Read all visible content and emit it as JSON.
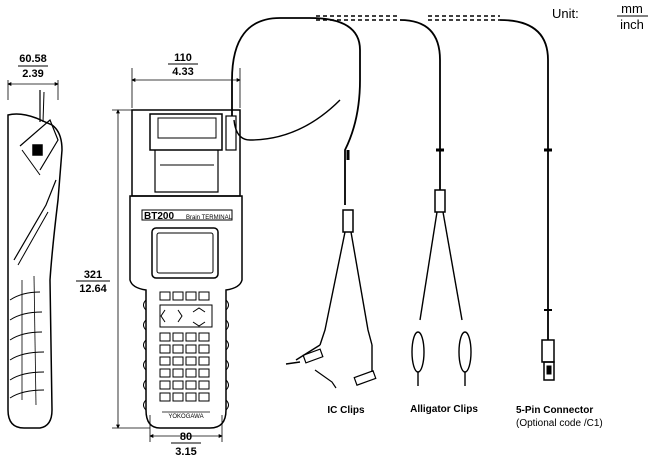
{
  "unit": {
    "label": "Unit:",
    "numerator": "mm",
    "denominator": "inch"
  },
  "dimensions": {
    "side_width": {
      "mm": "60.58",
      "inch": "2.39"
    },
    "top_width": {
      "mm": "110",
      "inch": "4.33"
    },
    "height": {
      "mm": "321",
      "inch": "12.64"
    },
    "bottom_width": {
      "mm": "80",
      "inch": "3.15"
    }
  },
  "device": {
    "model": "BT200",
    "brand": "Brain TERMINAL",
    "footer": "YOKOGAWA"
  },
  "accessories": {
    "ic_clips": "IC Clips",
    "alligator_clips": "Alligator Clips",
    "connector": "5-Pin Connector",
    "connector_note": "(Optional code /C1)"
  }
}
